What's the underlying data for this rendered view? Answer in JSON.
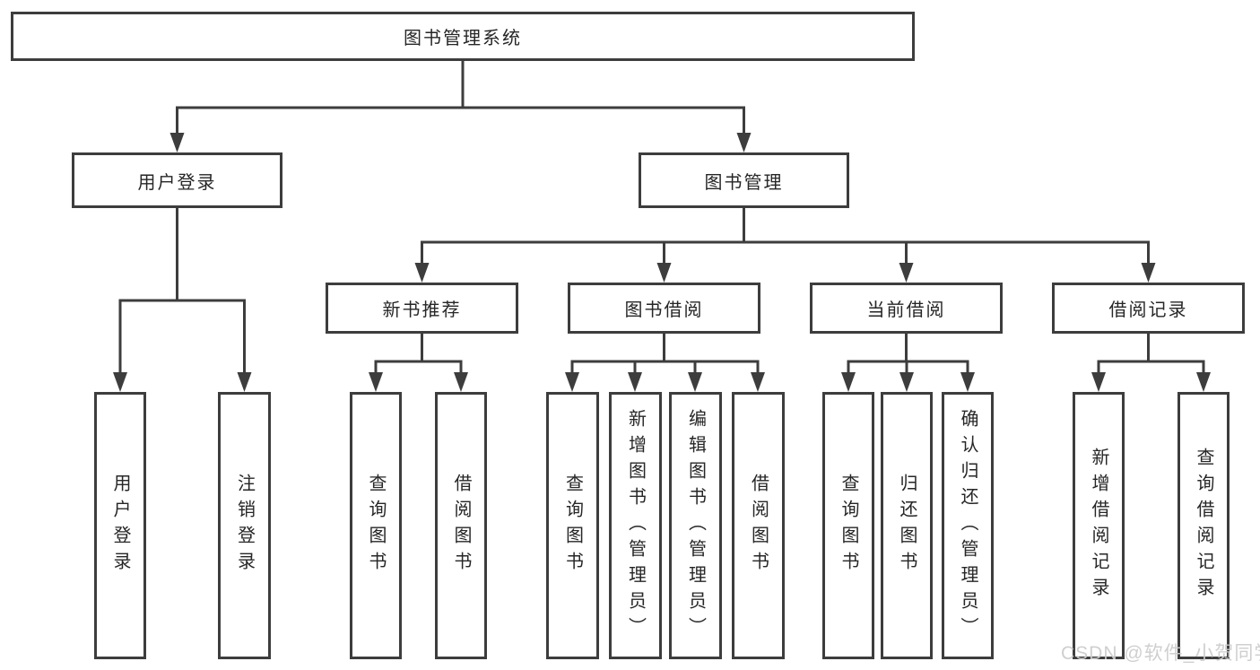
{
  "tree": {
    "label": "图书管理系统",
    "children": [
      {
        "label": "用户登录",
        "children": [
          {
            "label": "用户登录"
          },
          {
            "label": "注销登录"
          }
        ]
      },
      {
        "label": "图书管理",
        "children": [
          {
            "label": "新书推荐",
            "children": [
              {
                "label": "查询图书"
              },
              {
                "label": "借阅图书"
              }
            ]
          },
          {
            "label": "图书借阅",
            "children": [
              {
                "label": "查询图书"
              },
              {
                "label": "新增图书（管理员）"
              },
              {
                "label": "编辑图书（管理员）"
              },
              {
                "label": "借阅图书"
              }
            ]
          },
          {
            "label": "当前借阅",
            "children": [
              {
                "label": "查询图书"
              },
              {
                "label": "归还图书"
              },
              {
                "label": "确认归还（管理员）"
              }
            ]
          },
          {
            "label": "借阅记录",
            "children": [
              {
                "label": "新增借阅记录"
              },
              {
                "label": "查询借阅记录"
              }
            ]
          }
        ]
      }
    ]
  },
  "watermark": {
    "text": "CSDN @软件_小贺同学"
  },
  "colors": {
    "line": "#3d3d3d",
    "box_border": "#3d3d3d",
    "text": "#262626",
    "watermark": "#cccccc",
    "background": "#ffffff"
  }
}
